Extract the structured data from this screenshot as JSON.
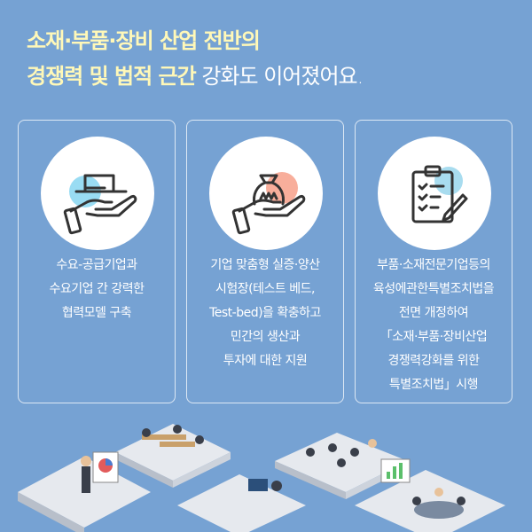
{
  "title": {
    "line1": "소재·부품·장비 산업 전반의",
    "line2_bold": "경쟁력 및 법적 근간",
    "line2_light": " 강화도 이어졌어요."
  },
  "cards": [
    {
      "icon": "hand-laptop-icon",
      "accent": "#7fd3f0",
      "lines": [
        "수요-공급기업과",
        "수요기업 간 강력한",
        "협력모델 구축"
      ]
    },
    {
      "icon": "hand-money-bag-icon",
      "accent": "#f7a08a",
      "lines": [
        "기업 맞춤형 실증·양산",
        "시험장(테스트 베드,",
        "Test-bed)을 확충하고",
        "민간의 생산과",
        "투자에 대한 지원"
      ]
    },
    {
      "icon": "clipboard-checklist-icon",
      "accent": "#a8dcef",
      "lines": [
        "부품·소재전문기업등의",
        "육성에관한특별조치법을",
        "전면 개정하여",
        "「소재·부품·장비산업",
        "경쟁력강화를 위한",
        "특별조치법」시행"
      ]
    }
  ]
}
